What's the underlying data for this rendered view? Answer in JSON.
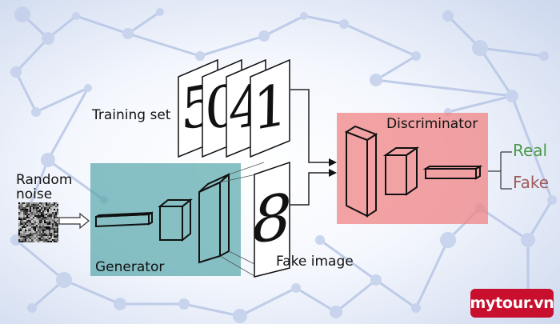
{
  "labels": {
    "random_noise": [
      "Random",
      "noise"
    ],
    "training_set": "Training set",
    "generator": "Generator",
    "fake_image": "Fake image",
    "discriminator": "Discriminator",
    "real": "Real",
    "fake": "Fake"
  },
  "training_digits": [
    "5",
    "0",
    "4",
    "1"
  ],
  "fake_digit": "8",
  "watermark": "mytour.vn",
  "colors": {
    "generator_box": "#4fa3a8",
    "discriminator_box": "#f08080",
    "real_text": "#4a9a4a",
    "fake_text": "#a05a5a",
    "watermark_bg": "#c8102e"
  }
}
